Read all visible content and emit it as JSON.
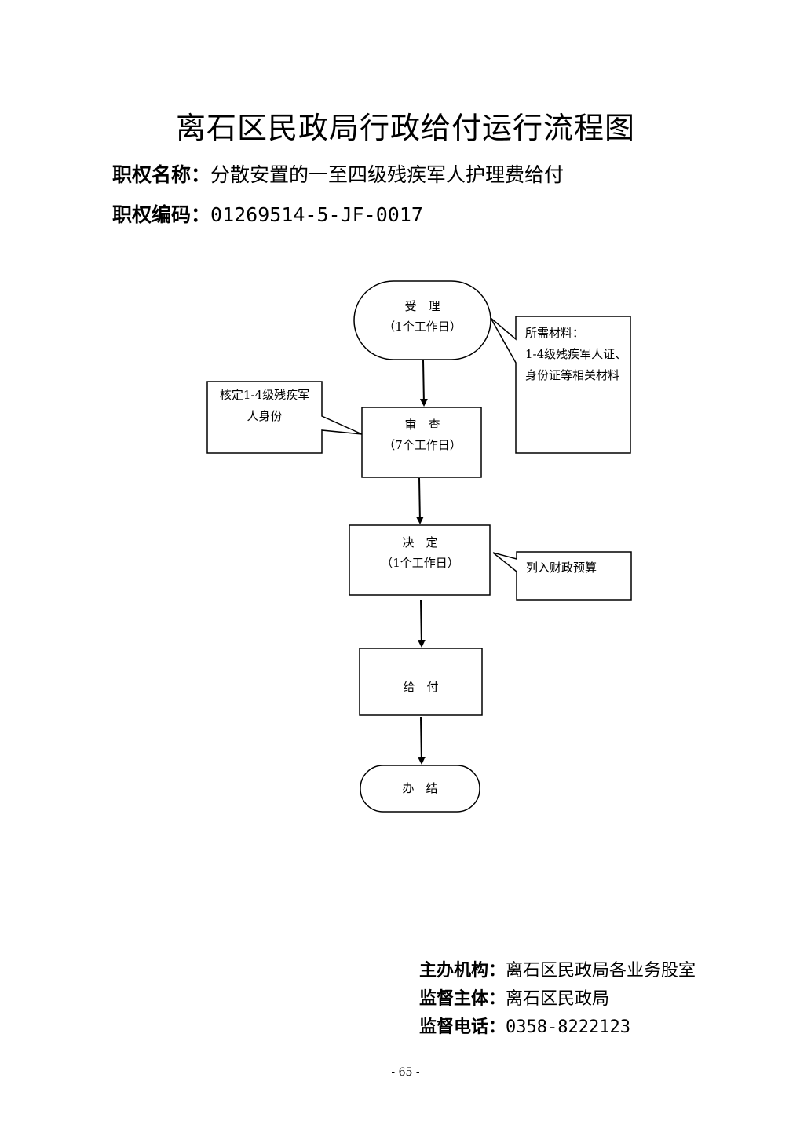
{
  "title": "离石区民政局行政给付运行流程图",
  "power_name": {
    "label": "职权名称：",
    "value": "分散安置的一至四级残疾军人护理费给付"
  },
  "power_code": {
    "label": "职权编码：",
    "value": "01269514-5-JF-0017"
  },
  "flow": {
    "accept": {
      "label": "受　理",
      "days": "（1个工作日）"
    },
    "review": {
      "label": "审　查",
      "days": "（7个工作日）"
    },
    "decide": {
      "label": "决　定",
      "days": "（1个工作日）"
    },
    "pay": {
      "label": "给　付"
    },
    "finish": {
      "label": "办　结"
    },
    "note_materials": {
      "line1": "所需材料：",
      "line2": "1-4级残疾军人证、",
      "line3": "身份证等相关材料"
    },
    "note_verify": {
      "line1": "核定1-4级残疾军",
      "line2": "人身份"
    },
    "note_budget": {
      "line1": "列入财政预算"
    }
  },
  "footer": {
    "organizer": {
      "label": "主办机构：",
      "value": "离石区民政局各业务股室"
    },
    "supervisor": {
      "label": "监督主体：",
      "value": "离石区民政局"
    },
    "phone": {
      "label": "监督电话：",
      "value": "0358-8222123"
    }
  },
  "page_number": "- 65 -"
}
